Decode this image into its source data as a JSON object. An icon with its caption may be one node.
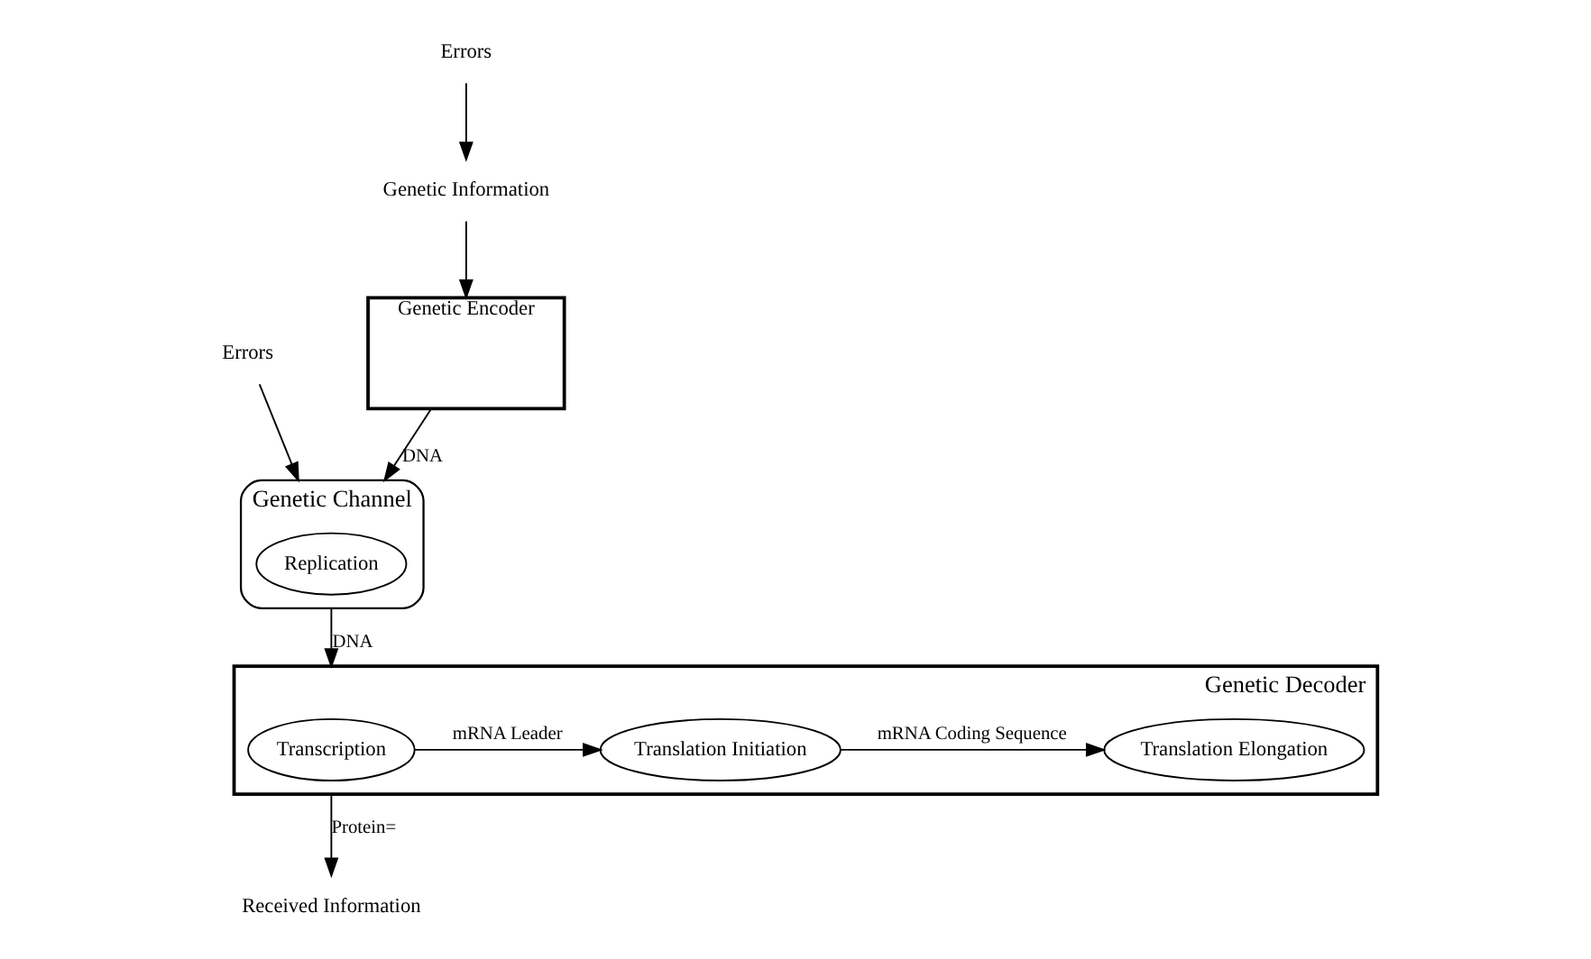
{
  "diagram": {
    "nodes": [
      {
        "text": [
          "Genetic Encoder"
        ]
      },
      {
        "text": [
          "Genetic Information"
        ]
      },
      {
        "text": [
          "Errors"
        ]
      },
      {
        "text": [
          "Genetic Channel"
        ]
      },
      {
        "text": [
          "Replication"
        ],
        "in": 3
      },
      {
        "text": [
          "Errors"
        ]
      },
      {
        "text": [
          "Genetic Decoder"
        ]
      },
      {
        "text": [
          "Transcription"
        ],
        "in": 6
      },
      {
        "text": [
          "Translation Initiation"
        ],
        "in": 6
      },
      {
        "text": [
          "Translation Elongation"
        ],
        "in": 6
      },
      {
        "text": [
          "Received Information"
        ]
      }
    ],
    "edges": [
      {
        "from": 1,
        "to": 0,
        "arrow": "to"
      },
      {
        "from": 2,
        "to": 1,
        "arrow": "to"
      },
      {
        "from": 0,
        "to": 3,
        "label": "DNA",
        "arrow": "to"
      },
      {
        "from": 5,
        "to": 3,
        "arrow": "to"
      },
      {
        "from": 3,
        "to": 6,
        "label": "DNA",
        "arrow": "to"
      },
      {
        "from": 7,
        "to": 8,
        "label": "mRNA Leader",
        "arrow": "to"
      },
      {
        "from": 8,
        "to": 9,
        "label": "mRNA Coding Sequence",
        "arrow": "to"
      },
      {
        "from": 6,
        "to": 10,
        "label": "Protein=",
        "arrow": "to"
      }
    ]
  }
}
